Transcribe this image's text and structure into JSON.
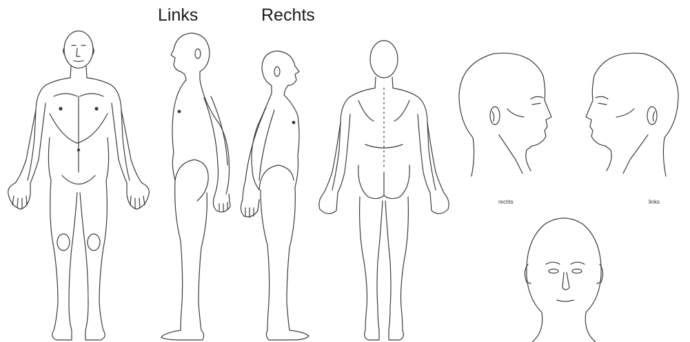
{
  "labels": {
    "side_left": "Links",
    "side_right": "Rechts",
    "head_right": "rechts",
    "head_left": "links"
  },
  "colors": {
    "line": "#3a3a3a",
    "background": "#ffffff"
  }
}
